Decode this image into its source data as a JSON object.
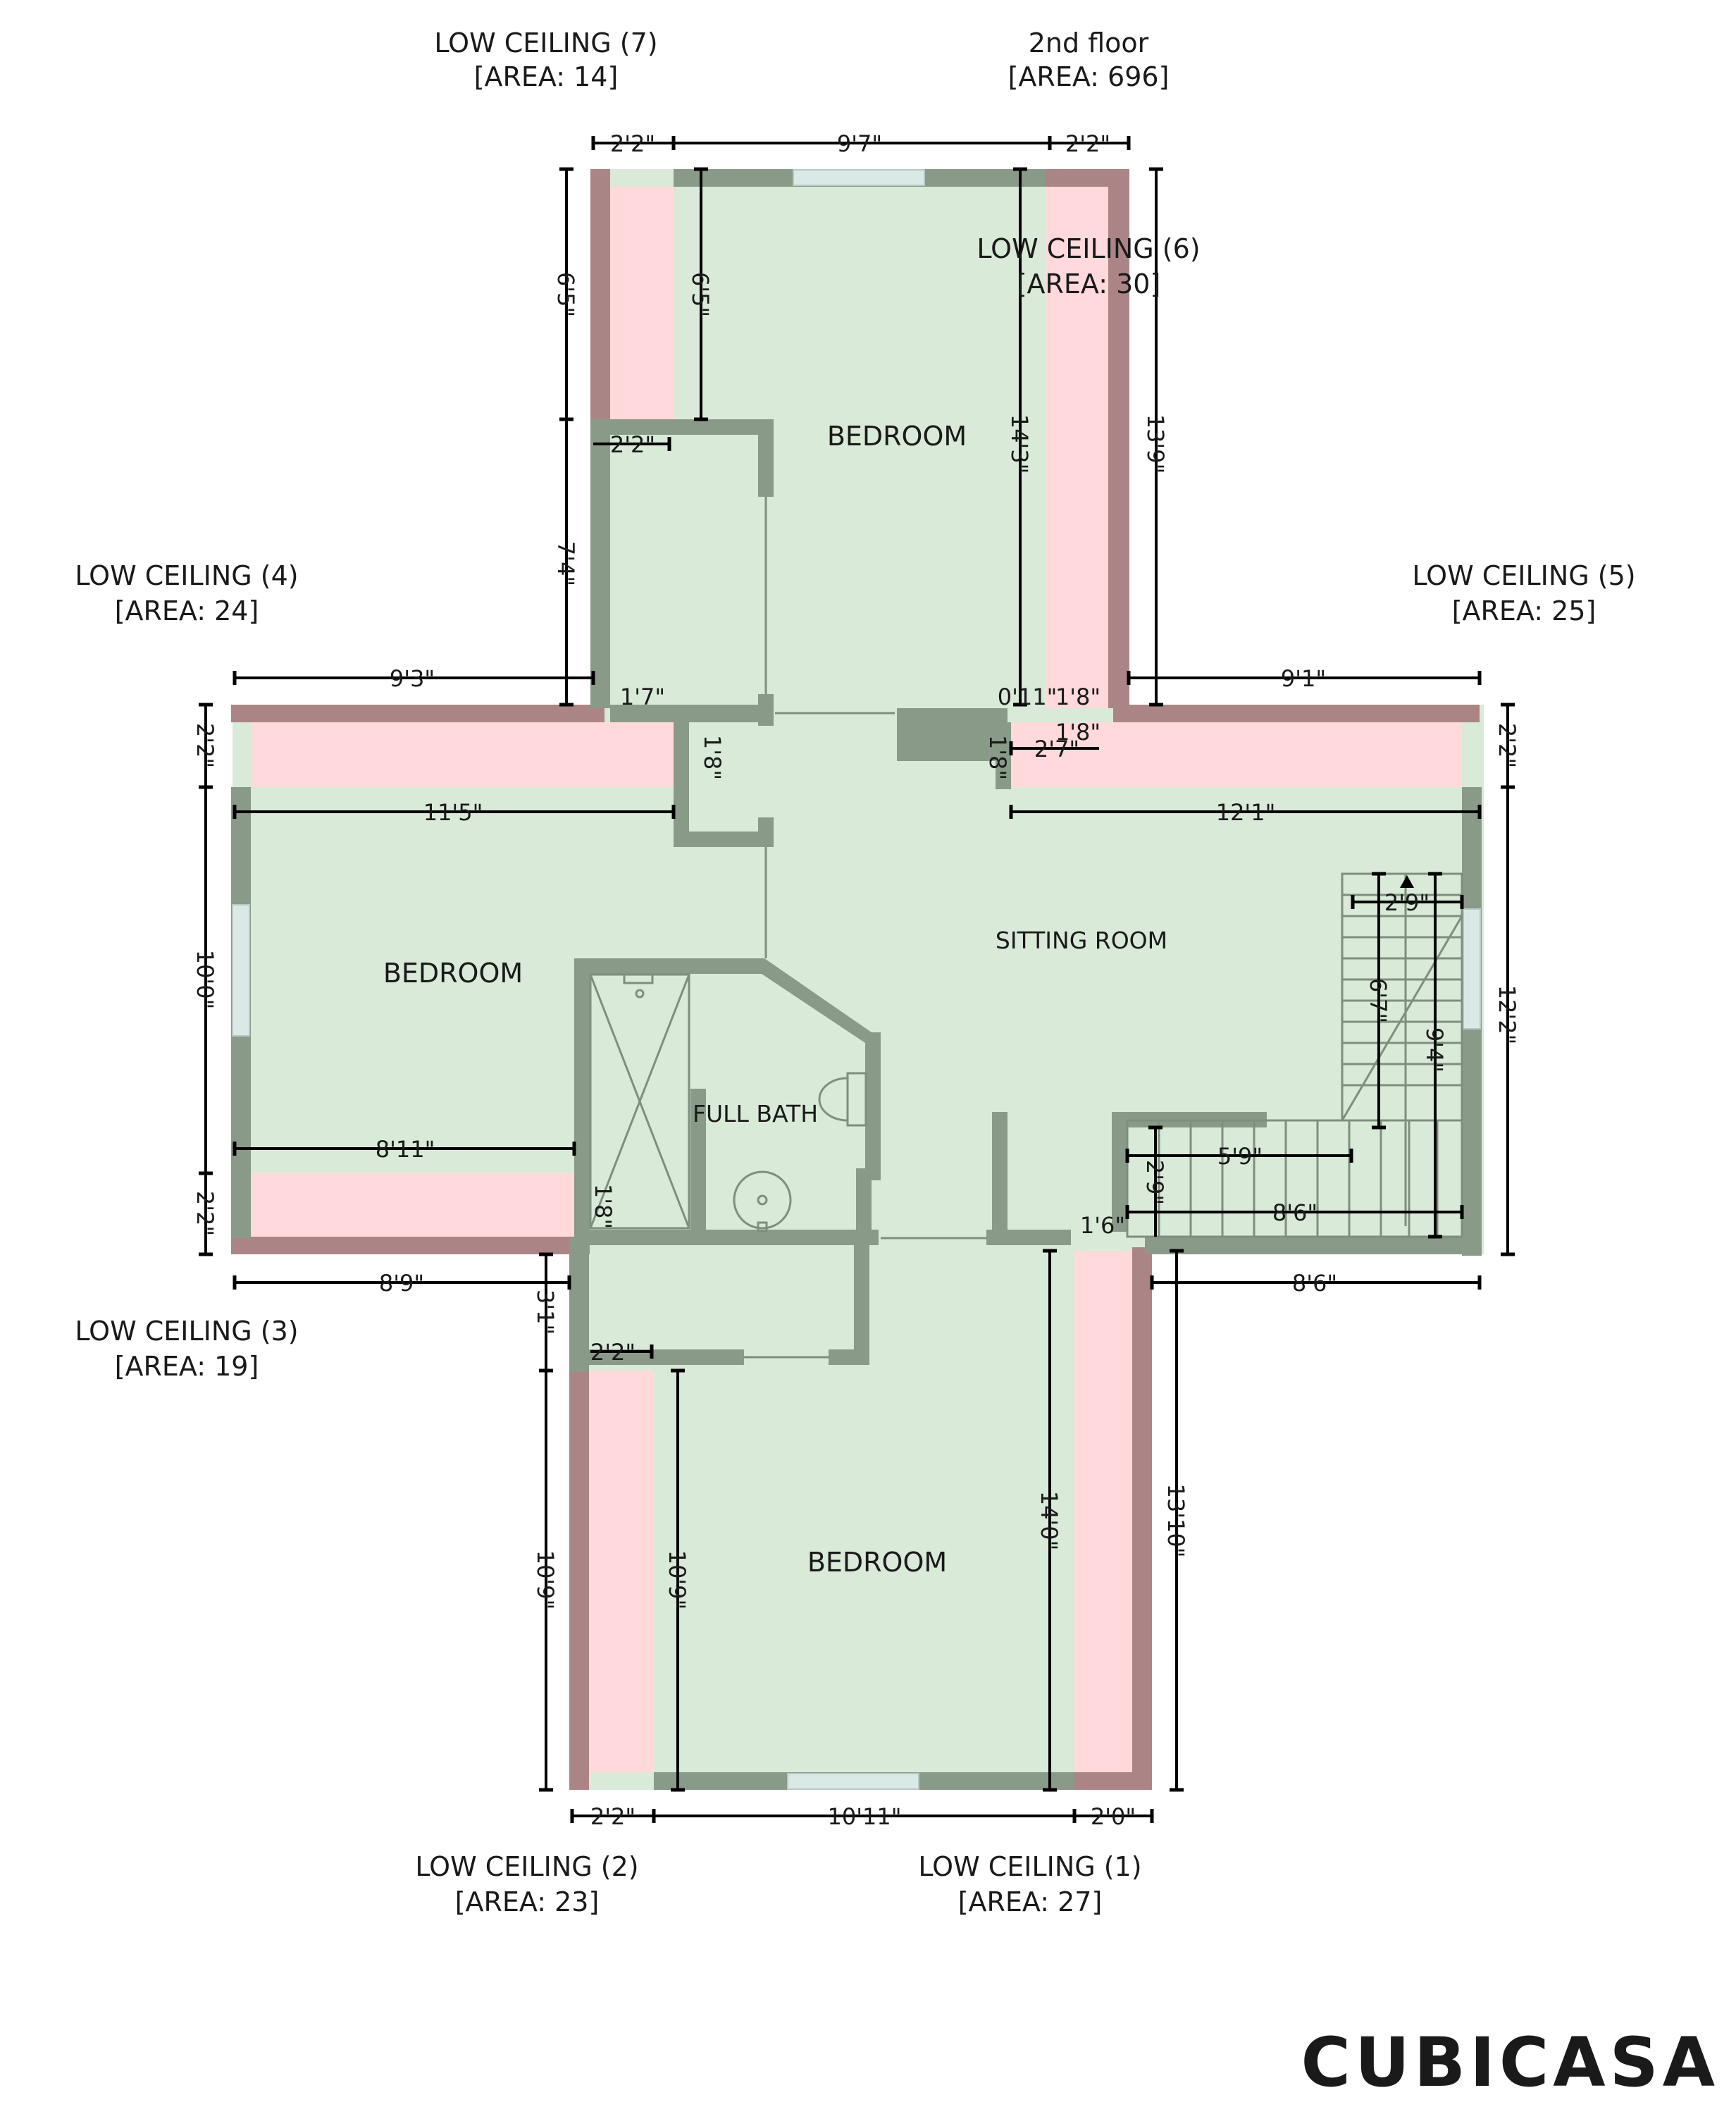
{
  "floor": {
    "title": "2nd floor",
    "area": "[AREA: 696]"
  },
  "low_ceilings": [
    {
      "label": "LOW CEILING (7)",
      "area": "[AREA: 14]"
    },
    {
      "label": "LOW CEILING (6)",
      "area": "[AREA: 30]"
    },
    {
      "label": "LOW CEILING (4)",
      "area": "[AREA: 24]"
    },
    {
      "label": "LOW CEILING (5)",
      "area": "[AREA: 25]"
    },
    {
      "label": "LOW CEILING (3)",
      "area": "[AREA: 19]"
    },
    {
      "label": "LOW CEILING (2)",
      "area": "[AREA: 23]"
    },
    {
      "label": "LOW CEILING (1)",
      "area": "[AREA: 27]"
    }
  ],
  "rooms": {
    "bedroom_top": "BEDROOM",
    "bedroom_left": "BEDROOM",
    "bedroom_bottom": "BEDROOM",
    "sitting_room": "SITTING ROOM",
    "full_bath": "FULL BATH"
  },
  "dims": {
    "top_2_2_left": "2'2\"",
    "top_9_7": "9'7\"",
    "top_2_2_right": "2'2\"",
    "left_6_5_outer": "6'5\"",
    "left_6_5_inner": "6'5\"",
    "closet_2_2": "2'2\"",
    "left_7_4": "7'4\"",
    "right_14_3": "14'3\"",
    "right_13_9": "13'9\"",
    "left_9_3": "9'3\"",
    "right_9_1": "9'1\"",
    "notch_1_7": "1'7\"",
    "notch_0_11": "0'11\"",
    "notch_1_8_a": "1'8\"",
    "notch_1_8_b": "1'8\"",
    "closet_1_8_v": "1'8\"",
    "hall_1_8_v": "1'8\"",
    "hall_2_7": "2'7\"",
    "west_2_2_top": "2'2\"",
    "east_2_2_top": "2'2\"",
    "west_11_5": "11'5\"",
    "east_12_1": "12'1\"",
    "west_10_0": "10'0\"",
    "east_12_2": "12'2\"",
    "stair_2_9_top": "2'9\"",
    "stair_6_7": "6'7\"",
    "stair_9_4": "9'4\"",
    "west_8_11": "8'11\"",
    "stair_5_9": "5'9\"",
    "stair_2_9_side": "2'9\"",
    "stair_8_6": "8'6\"",
    "stair_1_6": "1'6\"",
    "west_2_2_bottom": "2'2\"",
    "bath_1_8": "1'8\"",
    "west_8_9": "8'9\"",
    "east_8_6": "8'6\"",
    "south_3_1": "3'1\"",
    "south_closet_2_2": "2'2\"",
    "south_10_9_outer": "10'9\"",
    "south_10_9_inner": "10'9\"",
    "south_14_0": "14'0\"",
    "south_13_10": "13'10\"",
    "bottom_2_2": "2'2\"",
    "bottom_10_11": "10'11\"",
    "bottom_2_0": "2'0\""
  },
  "brand": {
    "logo": "CUBICASA"
  },
  "colors": {
    "floor": "#d9ead8",
    "wall": "#8a9a88",
    "low_ceiling": "#ffd9db",
    "low_ceiling_wall": "#ab8585"
  }
}
